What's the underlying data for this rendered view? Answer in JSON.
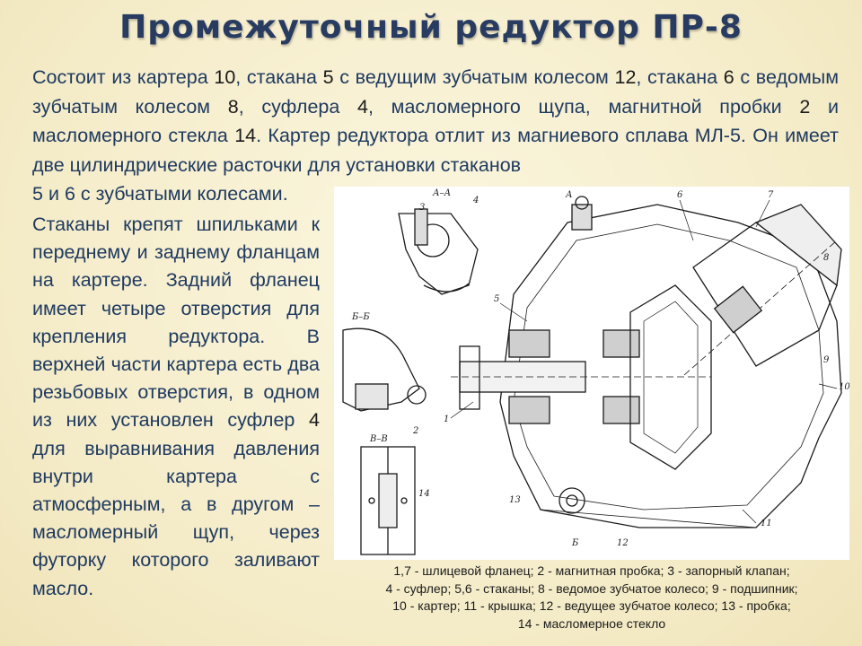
{
  "title": "Промежуточный редуктор ПР-8",
  "intro": {
    "p1": "Состоит из картера ",
    "n10": "10",
    "p2": ", стакана ",
    "n5": "5",
    "p3": " с ведущим зубчатым колесом ",
    "n12": "12",
    "p4": ", стакана ",
    "n6": "6",
    "p5": " с ведомым зубчатым колесом ",
    "n8": "8",
    "p6": ", суфлера ",
    "n4": "4",
    "p7": ", масломерного щупа, магнитной пробки ",
    "n2": "2",
    "p8": " и масломерного стекла ",
    "n14": "14",
    "p9": ". Картер редуктора отлит из магниевого сплава МЛ-5. Он имеет две цилиндрические расточки для установки стаканов",
    "last_n5": "5",
    "last_and": " и ",
    "last_n6": "6",
    "last_text": " с зубчатыми колесами."
  },
  "body": {
    "t1": "Стаканы крепят шпильками к переднему и заднему фланцам на картере. Задний фланец имеет четыре отверстия для крепления редуктора. В верхней части картера есть два резьбовых отверстия, в одном из них установлен суфлер ",
    "n4": "4",
    "t2": " для выравнивания давления внутри картера с атмосферным, а в другом – масломерный щуп, через футорку которого заливают масло."
  },
  "drawing": {
    "labels": {
      "aa": "А–А",
      "bb": "Б–Б",
      "vv": "В–В",
      "a_mark": "А",
      "b_mark": "Б",
      "l1": "1",
      "l2": "2",
      "l3": "3",
      "l4": "4",
      "l5": "5",
      "l6": "6",
      "l7": "7",
      "l8": "8",
      "l9": "9",
      "l10": "10",
      "l11": "11",
      "l12": "12",
      "l13": "13",
      "l14": "14"
    }
  },
  "caption": {
    "line1": "1,7 - шлицевой фланец; 2 - магнитная пробка; 3 - запорный клапан;",
    "line2": "4 - суфлер; 5,6 - стаканы; 8 - ведомое зубчатое колесо; 9 - подшипник;",
    "line3": "10 - картер; 11 - крышка; 12 - ведущее зубчатое колесо; 13 - пробка;",
    "line4": "14 - масломерное стекло"
  }
}
